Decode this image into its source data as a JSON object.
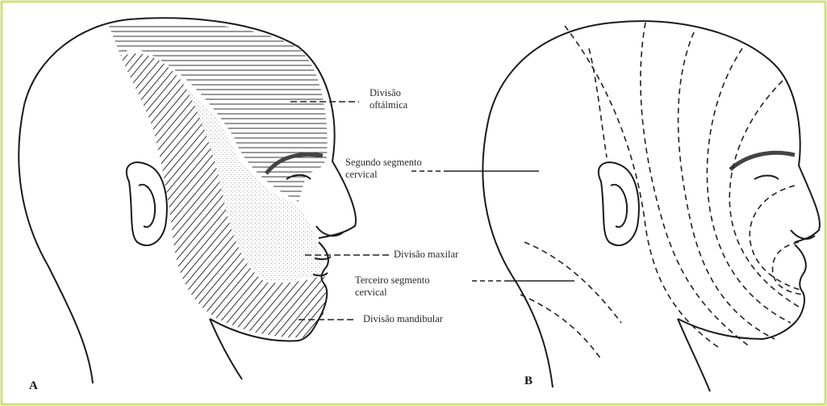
{
  "panels": {
    "a": {
      "letter": "A",
      "labels": {
        "ophthalmic_1": "Divisão",
        "ophthalmic_2": "oftálmica",
        "cervical2_1": "Segundo segmento",
        "cervical2_2": "cervical",
        "maxillary": "Divisão maxilar",
        "cervical3_1": "Terceiro segmento",
        "cervical3_2": "cervical",
        "mandibular": "Divisão mandibular"
      }
    },
    "b": {
      "letter": "B"
    }
  },
  "colors": {
    "border": "#cfe07a",
    "line": "#1a1a1a",
    "hatch": "#3a3a3a",
    "stipple": "#9a9a9a"
  }
}
